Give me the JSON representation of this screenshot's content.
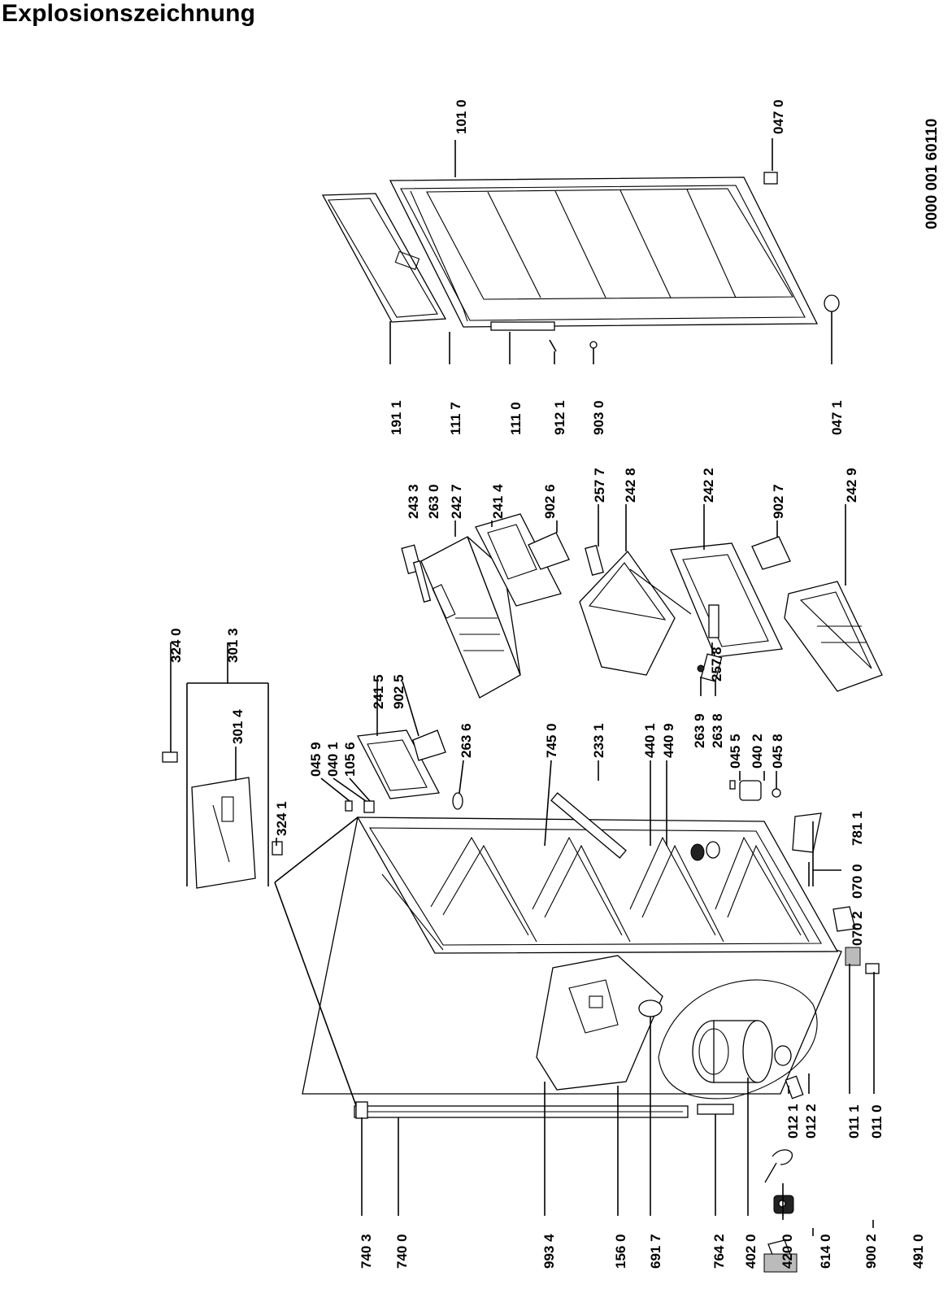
{
  "title": "Explosionszeichnung",
  "document_number": "0000 001 60110",
  "part_labels": [
    {
      "id": "lbl-1010",
      "text": "101 0"
    },
    {
      "id": "lbl-0470",
      "text": "047 0"
    },
    {
      "id": "lbl-1911",
      "text": "191 1"
    },
    {
      "id": "lbl-1117",
      "text": "111 7"
    },
    {
      "id": "lbl-1110",
      "text": "111 0"
    },
    {
      "id": "lbl-9121",
      "text": "912 1"
    },
    {
      "id": "lbl-9030",
      "text": "903 0"
    },
    {
      "id": "lbl-0471",
      "text": "047 1"
    },
    {
      "id": "lbl-2433",
      "text": "243 3"
    },
    {
      "id": "lbl-2630",
      "text": "263 0"
    },
    {
      "id": "lbl-2427",
      "text": "242 7"
    },
    {
      "id": "lbl-2414",
      "text": "241 4"
    },
    {
      "id": "lbl-9026",
      "text": "902 6"
    },
    {
      "id": "lbl-2577",
      "text": "257 7"
    },
    {
      "id": "lbl-2428",
      "text": "242 8"
    },
    {
      "id": "lbl-2422",
      "text": "242 2"
    },
    {
      "id": "lbl-9027",
      "text": "902 7"
    },
    {
      "id": "lbl-2429",
      "text": "242 9"
    },
    {
      "id": "lbl-3240",
      "text": "324 0"
    },
    {
      "id": "lbl-3013",
      "text": "301 3"
    },
    {
      "id": "lbl-2415",
      "text": "241 5"
    },
    {
      "id": "lbl-9025",
      "text": "902 5"
    },
    {
      "id": "lbl-2578",
      "text": "257 8"
    },
    {
      "id": "lbl-3014",
      "text": "301 4"
    },
    {
      "id": "lbl-2639",
      "text": "263 9"
    },
    {
      "id": "lbl-2638",
      "text": "263 8"
    },
    {
      "id": "lbl-0455",
      "text": "045 5"
    },
    {
      "id": "lbl-0402",
      "text": "040 2"
    },
    {
      "id": "lbl-0458",
      "text": "045 8"
    },
    {
      "id": "lbl-0459",
      "text": "045 9"
    },
    {
      "id": "lbl-0401",
      "text": "040 1"
    },
    {
      "id": "lbl-1056",
      "text": "105 6"
    },
    {
      "id": "lbl-2636",
      "text": "263 6"
    },
    {
      "id": "lbl-7450",
      "text": "745 0"
    },
    {
      "id": "lbl-2331",
      "text": "233 1"
    },
    {
      "id": "lbl-4401",
      "text": "440 1"
    },
    {
      "id": "lbl-4409",
      "text": "440 9"
    },
    {
      "id": "lbl-3241",
      "text": "324 1"
    },
    {
      "id": "lbl-7811",
      "text": "781 1"
    },
    {
      "id": "lbl-0700",
      "text": "070 0"
    },
    {
      "id": "lbl-0702",
      "text": "070 2"
    },
    {
      "id": "lbl-0121",
      "text": "012 1"
    },
    {
      "id": "lbl-0122",
      "text": "012 2"
    },
    {
      "id": "lbl-0111",
      "text": "011 1"
    },
    {
      "id": "lbl-0110",
      "text": "011 0"
    },
    {
      "id": "lbl-7403",
      "text": "740 3"
    },
    {
      "id": "lbl-7400",
      "text": "740 0"
    },
    {
      "id": "lbl-9934",
      "text": "993 4"
    },
    {
      "id": "lbl-1560",
      "text": "156 0"
    },
    {
      "id": "lbl-6917",
      "text": "691 7"
    },
    {
      "id": "lbl-7642",
      "text": "764 2"
    },
    {
      "id": "lbl-4020",
      "text": "402 0"
    },
    {
      "id": "lbl-4200",
      "text": "420 0"
    },
    {
      "id": "lbl-6140",
      "text": "614 0"
    },
    {
      "id": "lbl-9002",
      "text": "900 2"
    },
    {
      "id": "lbl-4910",
      "text": "491 0"
    }
  ]
}
